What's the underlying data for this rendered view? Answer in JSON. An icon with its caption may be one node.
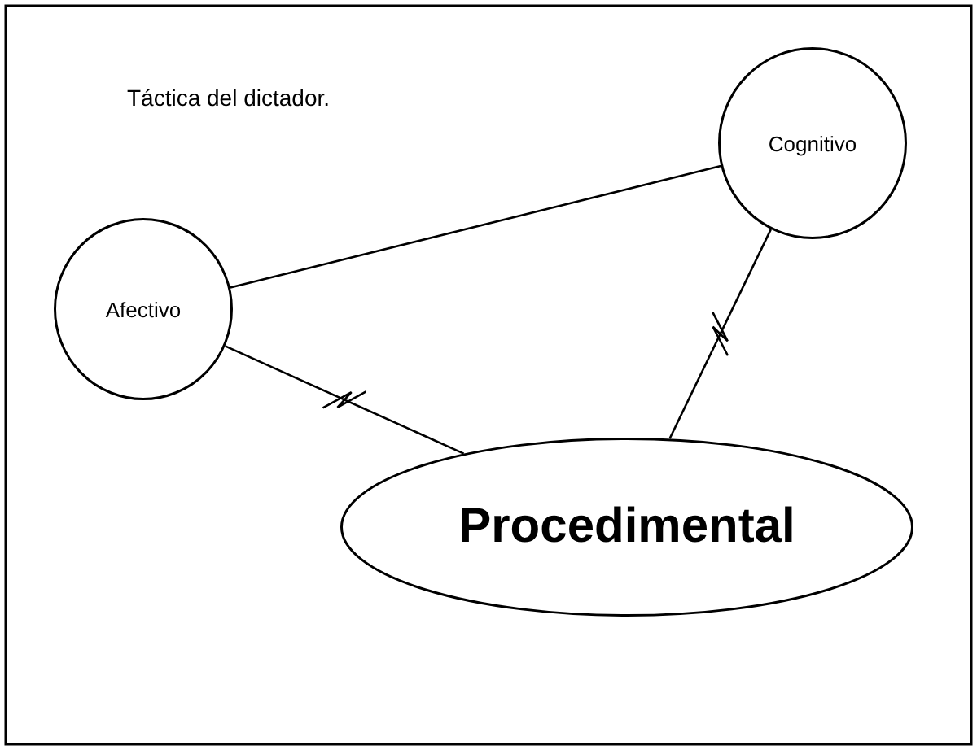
{
  "diagram": {
    "title": "Táctica del dictador.",
    "nodes": [
      {
        "text": [
          "Afectivo"
        ]
      },
      {
        "text": [
          "Cognitivo"
        ]
      },
      {
        "text": [
          "Procedimental"
        ]
      }
    ],
    "edges": [
      {
        "from": 0,
        "to": 1,
        "arrow": "none"
      },
      {
        "from": 0,
        "to": 2,
        "arrow": "none"
      },
      {
        "from": 1,
        "to": 2,
        "arrow": "none"
      }
    ]
  }
}
